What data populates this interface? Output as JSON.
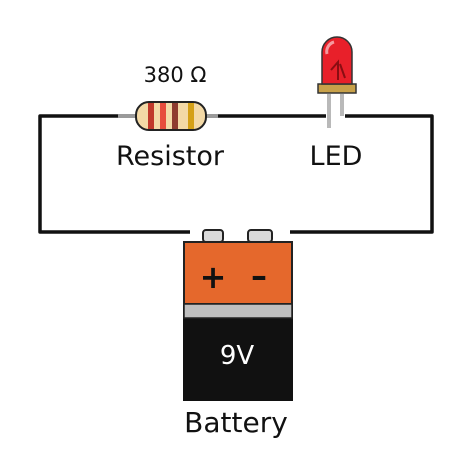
{
  "resistor": {
    "value_label": "380 Ω",
    "name_label": "Resistor",
    "band_colors": [
      "#c0392b",
      "#e74c3c",
      "#8e3b2f",
      "#d4a017"
    ],
    "body_color": "#f3d9a6"
  },
  "led": {
    "name_label": "LED",
    "lens_color": "#e8202a",
    "base_color": "#c8a14a",
    "lead_color": "#b9b9b9"
  },
  "battery": {
    "voltage_label": "9V",
    "name_label": "Battery",
    "plus_symbol": "+",
    "minus_symbol": "–",
    "top_color": "#e5682c",
    "band_color": "#bfbfbf",
    "body_color": "#111111"
  },
  "wire_color": "#111111"
}
